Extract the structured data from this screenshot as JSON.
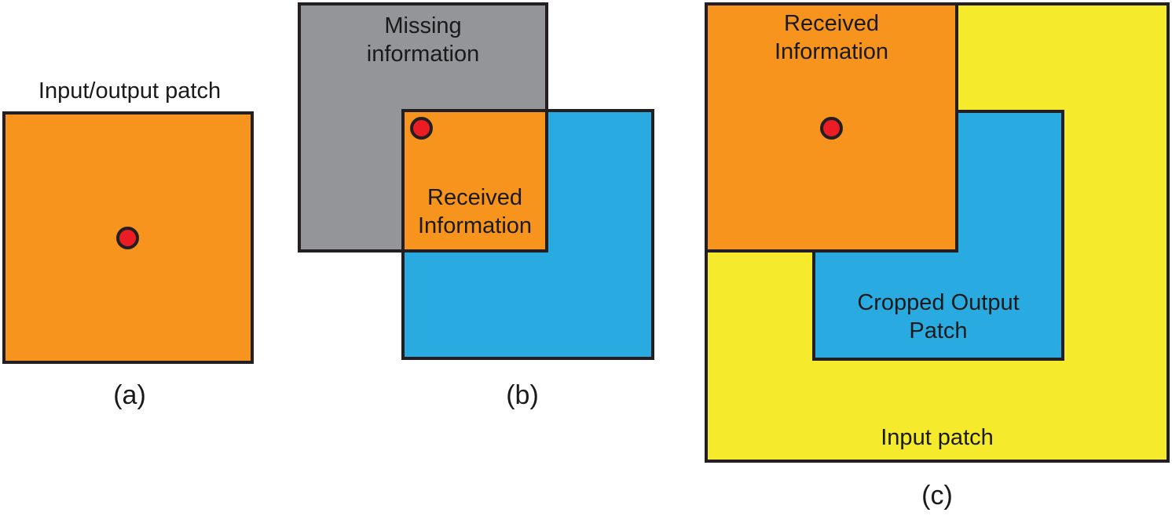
{
  "colors": {
    "orange": "#F7941E",
    "blue": "#29ABE2",
    "gray": "#939598",
    "yellow": "#F5EB2C",
    "red": "#EC1C24",
    "outline": "#231F20"
  },
  "panel_a": {
    "title": "Input/output patch",
    "caption": "(a)"
  },
  "panel_b": {
    "missing": {
      "line1": "Missing",
      "line2": "information"
    },
    "received": {
      "line1": "Received",
      "line2": "Information"
    },
    "caption": "(b)"
  },
  "panel_c": {
    "received": {
      "line1": "Received",
      "line2": "Information"
    },
    "cropped": {
      "line1": "Cropped Output",
      "line2": "Patch"
    },
    "input_label": "Input patch",
    "caption": "(c)"
  }
}
